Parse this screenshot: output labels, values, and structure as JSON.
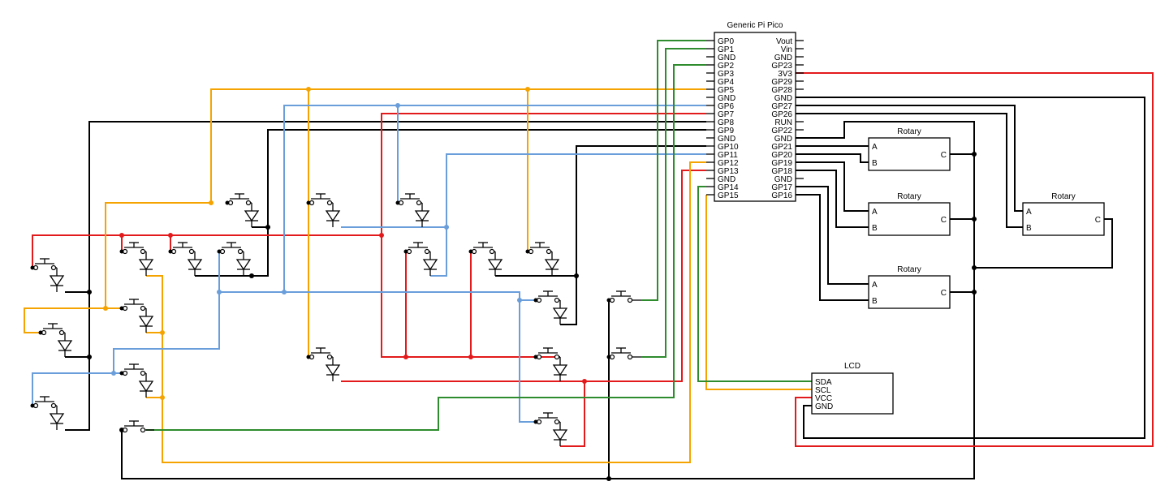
{
  "pico": {
    "title": "Generic Pi Pico",
    "left_pins": [
      "GP0",
      "GP1",
      "GND",
      "GP2",
      "GP3",
      "GP4",
      "GP5",
      "GND",
      "GP6",
      "GP7",
      "GP8",
      "GP9",
      "GND",
      "GP10",
      "GP11",
      "GP12",
      "GP13",
      "GND",
      "GP14",
      "GP15"
    ],
    "right_pins": [
      "Vout",
      "Vin",
      "GND",
      "GP23",
      "3V3",
      "GP29",
      "GP28",
      "GND",
      "GP27",
      "GP26",
      "RUN",
      "GP22",
      "GND",
      "GP21",
      "GP20",
      "GP19",
      "GP18",
      "GND",
      "GP17",
      "GP16"
    ]
  },
  "rotary": {
    "title": "Rotary",
    "pin_a": "A",
    "pin_b": "B",
    "pin_c": "C"
  },
  "lcd": {
    "title": "LCD",
    "pins": [
      "SDA",
      "SCL",
      "VCC",
      "GND"
    ]
  },
  "colors": {
    "black": "#000000",
    "red": "#e31a1c",
    "orange": "#f5a300",
    "blue": "#6a9edb",
    "green": "#2e8b2e"
  }
}
